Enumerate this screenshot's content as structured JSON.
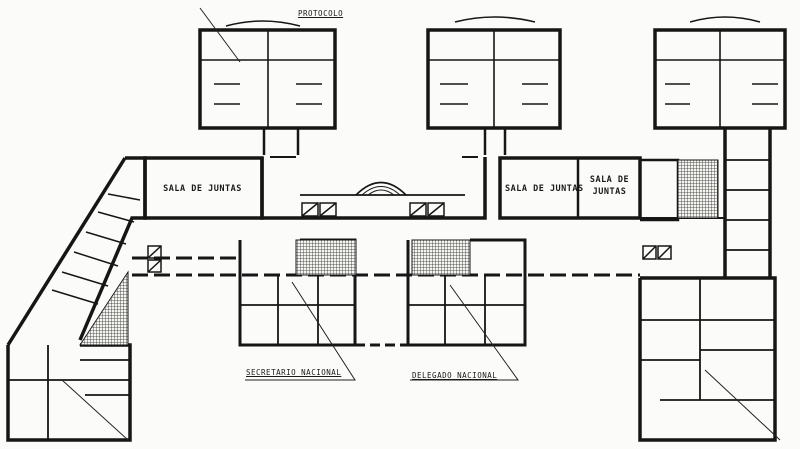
{
  "labels": {
    "protocolo": "PROTOCOLO",
    "sala_juntas_left": "SALA DE JUNTAS",
    "sala_juntas_mid": "SALA DE JUNTAS",
    "sala_juntas_right_line1": "SALA DE",
    "sala_juntas_right_line2": "JUNTAS",
    "secretario": "SECRETARIO NACIONAL",
    "delegado": "DELEGADO NACIONAL"
  },
  "colors": {
    "wall": "#161616",
    "paper": "#fbfbf9",
    "hatch": "#2a2a2a"
  }
}
